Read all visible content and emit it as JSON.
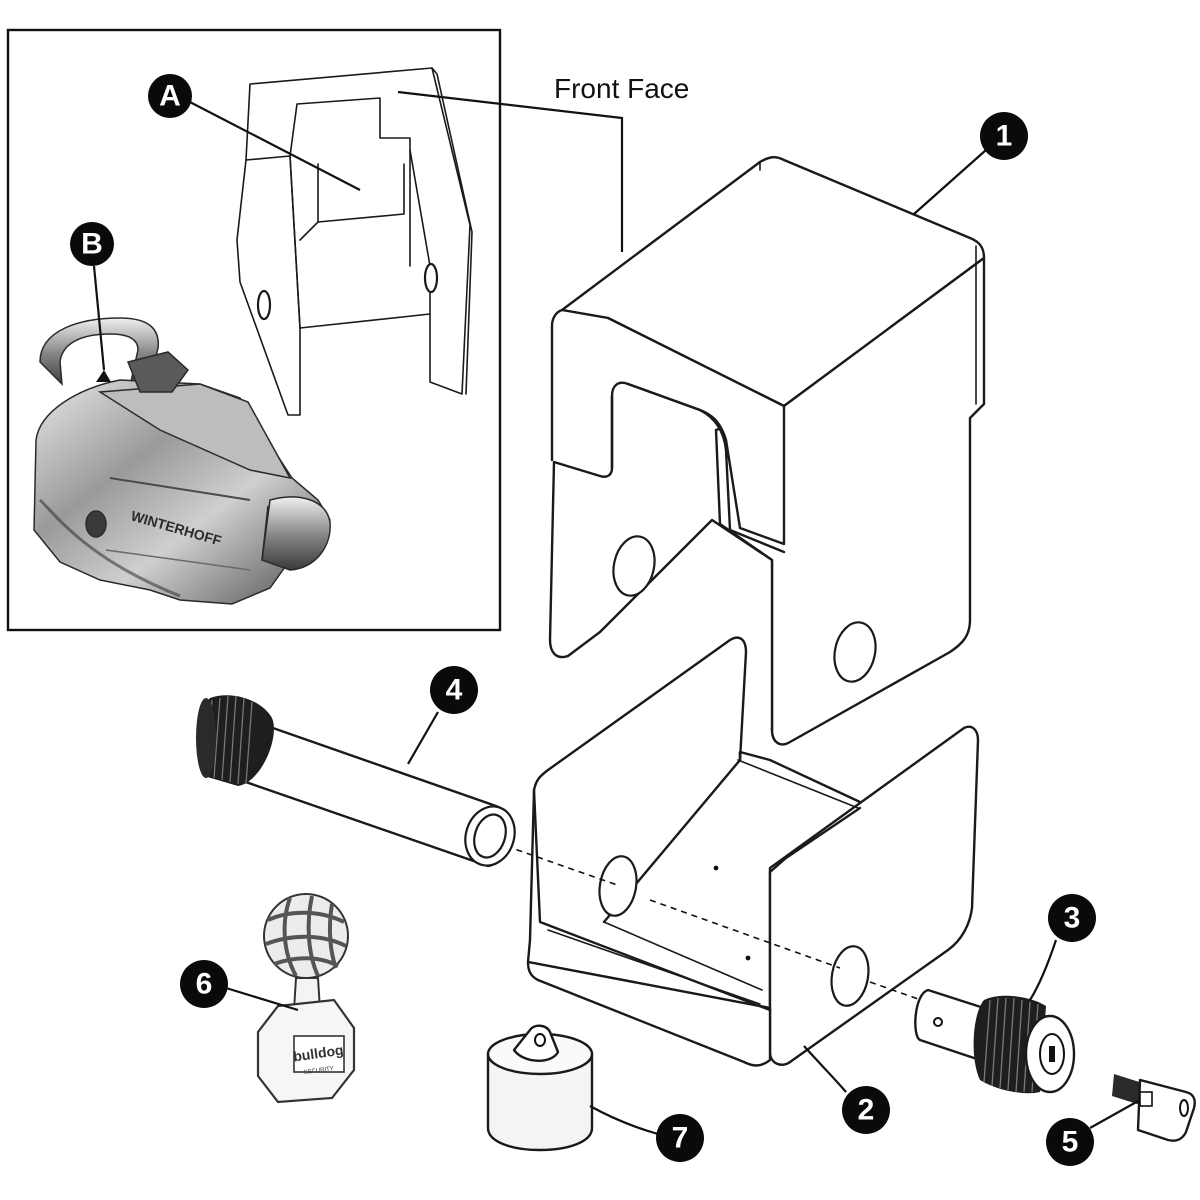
{
  "inset": {
    "callout_a": "A",
    "callout_b": "B"
  },
  "labels": {
    "front_face": "Front Face"
  },
  "callouts": {
    "c1": "1",
    "c2": "2",
    "c3": "3",
    "c4": "4",
    "c5": "5",
    "c6": "6",
    "c7": "7"
  },
  "product_marks": {
    "coupling_lettering": "WINTERHOFF",
    "tag_brand": "bulldog",
    "tag_subtext": "SECURITY"
  }
}
